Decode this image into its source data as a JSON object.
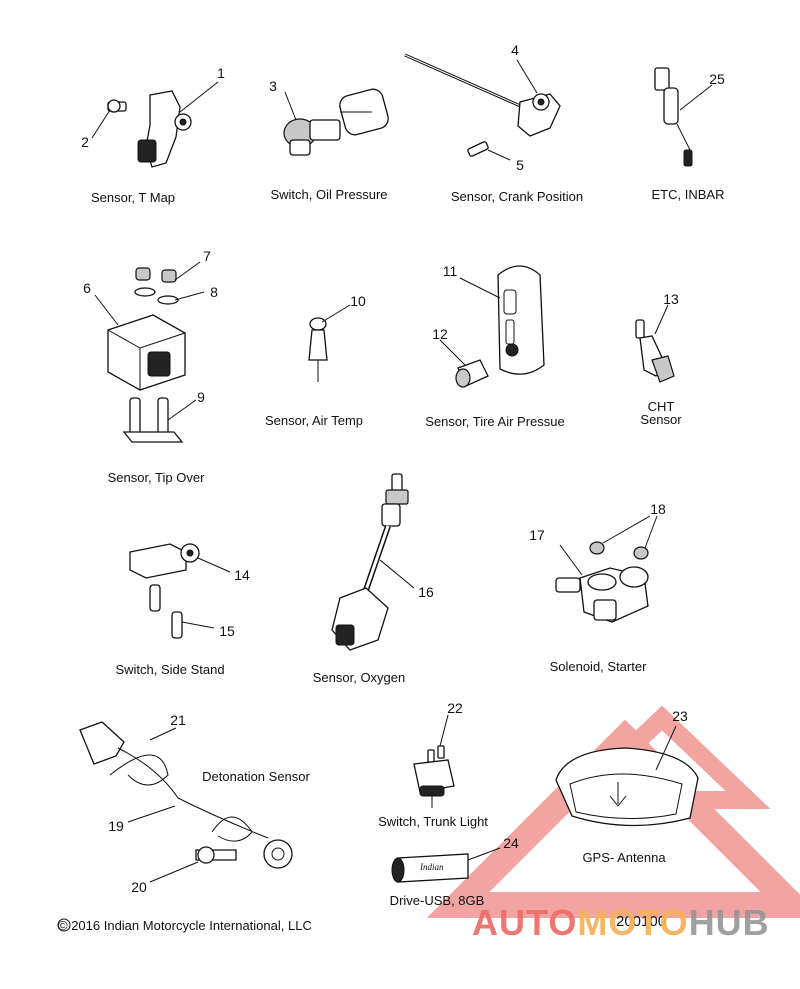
{
  "captions": {
    "tmap": "Sensor, T Map",
    "oil": "Switch, Oil Pressure",
    "crank": "Sensor, Crank Position",
    "etc": "ETC, INBAR",
    "tipover": "Sensor, Tip Over",
    "airtemp": "Sensor, Air Temp",
    "tire": "Sensor, Tire Air Pressue",
    "cht_line1": "CHT",
    "cht_line2": "Sensor",
    "sidestand": "Switch, Side Stand",
    "oxygen": "Sensor, Oxygen",
    "starter": "Solenoid, Starter",
    "detonation": "Detonation Sensor",
    "trunk": "Switch, Trunk Light",
    "usb": "Drive-USB, 8GB",
    "gps": "GPS- Antenna"
  },
  "part_numbers": [
    "1",
    "2",
    "3",
    "4",
    "5",
    "25",
    "7",
    "6",
    "8",
    "9",
    "10",
    "11",
    "12",
    "13",
    "18",
    "17",
    "14",
    "15",
    "16",
    "21",
    "19",
    "20",
    "22",
    "23",
    "24"
  ],
  "footer": {
    "copyright": "© 2016 Indian Motorcycle International, LLC",
    "document_number": "200100"
  },
  "watermark": {
    "part1": "AUTO",
    "part2": "MOTO",
    "part3": "HUB",
    "colors": {
      "auto": "#ec706a",
      "moto": "#f6b25c",
      "hub": "#969696",
      "triangle": "#e85a55"
    }
  }
}
